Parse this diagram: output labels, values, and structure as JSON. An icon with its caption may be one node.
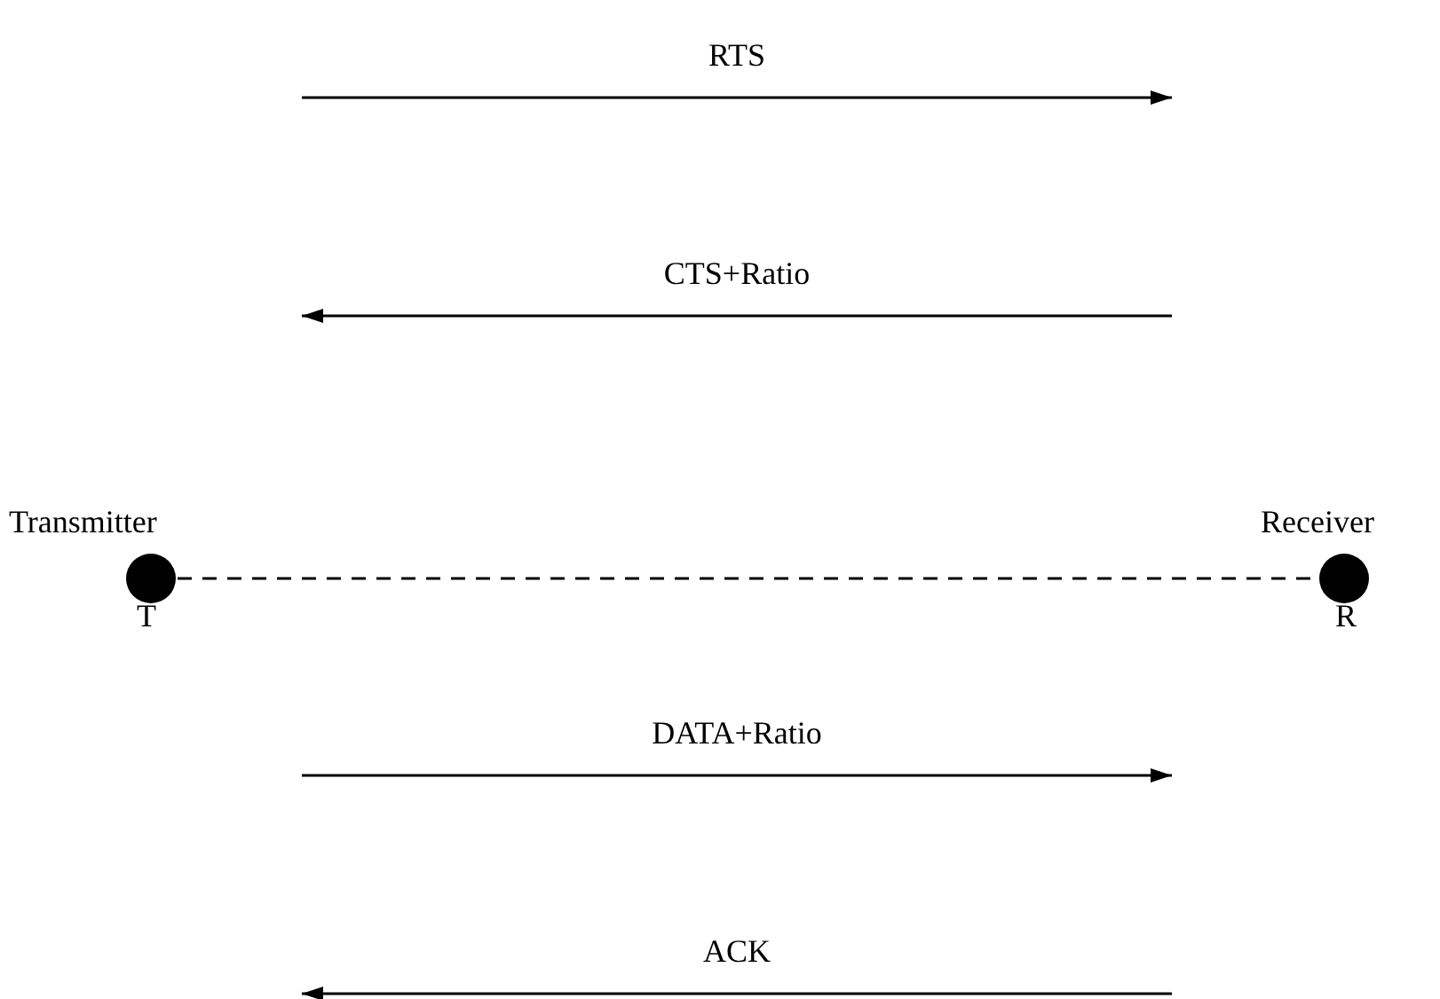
{
  "diagram": {
    "nodes": [
      {
        "text": [
          "Transmitter",
          "T"
        ]
      },
      {
        "text": [
          "Receiver",
          "R"
        ]
      }
    ],
    "edges": [
      {
        "from": 0,
        "to": 1,
        "arrow": "none",
        "style": "dashed"
      }
    ],
    "labels": [
      "RTS",
      "CTS+Ratio",
      "DATA+Ratio",
      "ACK"
    ]
  }
}
